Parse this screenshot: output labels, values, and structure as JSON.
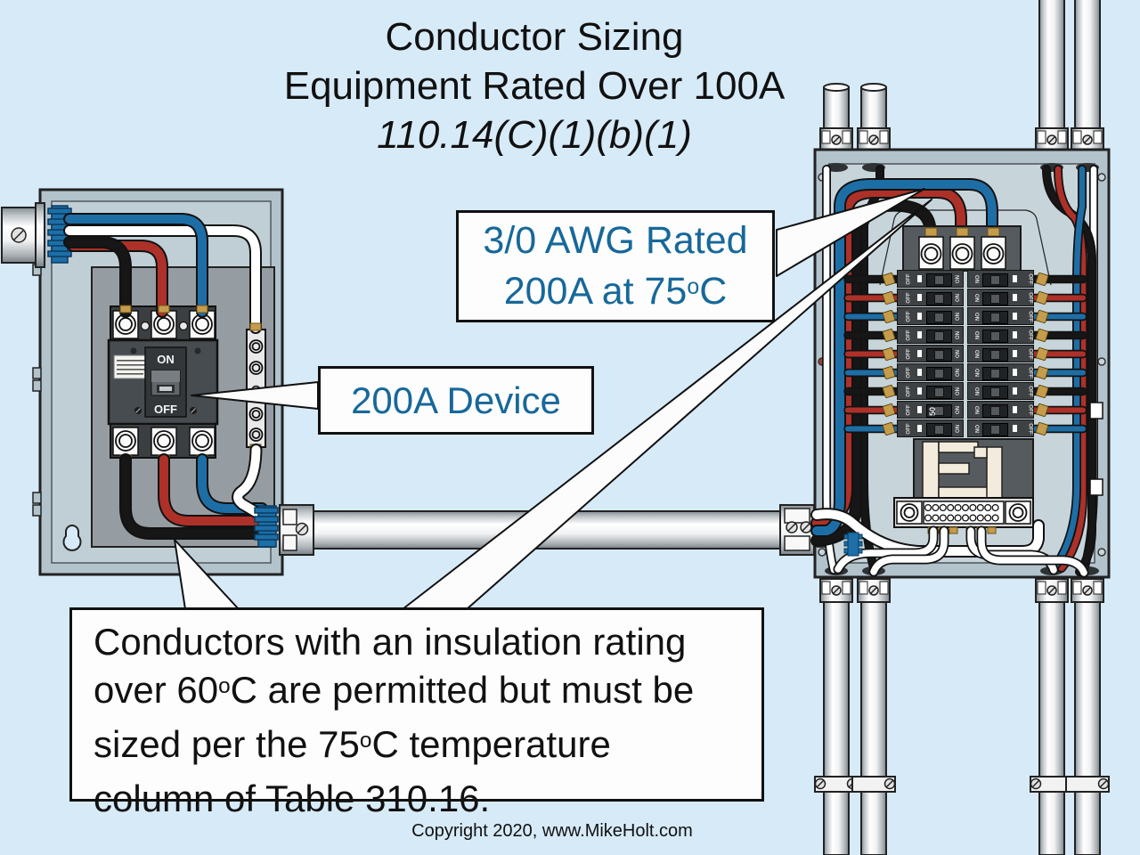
{
  "colors": {
    "background": "#d7eaf8",
    "callout_text": "#17689a",
    "wire_red": "#ad3129",
    "wire_blue": "#1e6ea6",
    "wire_black": "#161616",
    "wire_white": "#ffffff",
    "enclosure_metal": "#b2c3cc",
    "enclosure_inner": "#c0cfd6",
    "back_panel": "#969da2",
    "panel_interior": "#c7d5db",
    "breaker_body": "#3e4245",
    "busbar_cream": "#f3ebdb",
    "bushing_blue": "#1c6fa8",
    "brass": "#c59c4c"
  },
  "title": {
    "line1": "Conductor Sizing",
    "line2": "Equipment Rated Over 100A",
    "line3": "110.14(C)(1)(b)(1)"
  },
  "callouts": {
    "awg": {
      "lines": [
        [
          {
            "t": "3/0 AWG Rated"
          }
        ],
        [
          {
            "t": "200A at 75"
          },
          {
            "t": "o",
            "sup": true
          },
          {
            "t": "C"
          }
        ]
      ]
    },
    "device": {
      "lines": [
        [
          {
            "t": "200A Device"
          }
        ]
      ]
    }
  },
  "note": {
    "lines": [
      [
        {
          "t": "Conductors with an insulation rating"
        }
      ],
      [
        {
          "t": "over 60"
        },
        {
          "t": "o",
          "sup": true
        },
        {
          "t": "C are permitted but must be"
        }
      ],
      [
        {
          "t": "sized per the 75"
        },
        {
          "t": "o",
          "sup": true
        },
        {
          "t": "C temperature"
        }
      ],
      [
        {
          "t": "column of Table 310.16."
        }
      ]
    ]
  },
  "footer": {
    "copyright": "Copyright 2020, www.MikeHolt.com"
  },
  "left_enclosure": {
    "device_on": "ON",
    "device_off": "OFF"
  },
  "right_panel": {
    "rows": 9,
    "on": "ON",
    "off": "OFF",
    "amp_label": "50",
    "stub_colors": [
      "black",
      "red",
      "blue"
    ]
  }
}
